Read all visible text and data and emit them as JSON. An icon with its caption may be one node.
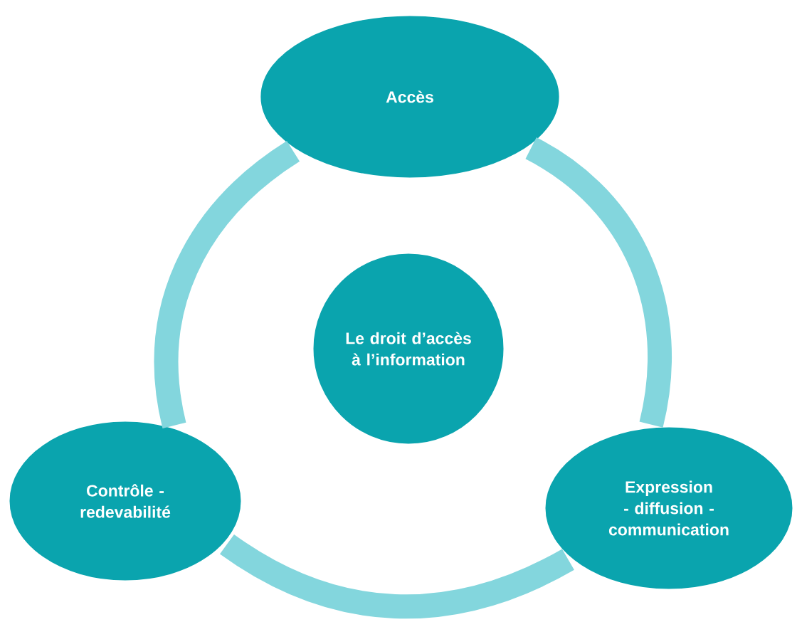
{
  "diagram": {
    "nodes": [
      {
        "text": [
          "Accès"
        ]
      },
      {
        "text": [
          "Le droit d’accès à l’information"
        ]
      },
      {
        "text": [
          "Contrôle - redevabilité"
        ]
      },
      {
        "text": [
          "Expression - diffusion - communication"
        ]
      }
    ],
    "edges": [
      {
        "from": 0,
        "to": 3,
        "arrow": "none"
      },
      {
        "from": 2,
        "to": 3,
        "arrow": "none"
      },
      {
        "from": 2,
        "to": 0,
        "arrow": "none"
      }
    ]
  }
}
